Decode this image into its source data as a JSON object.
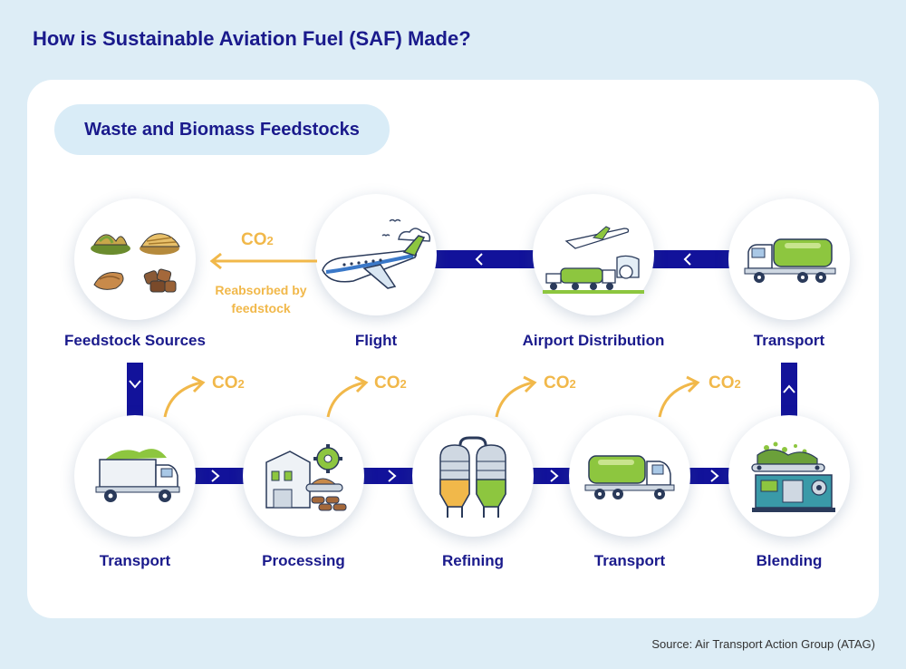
{
  "title": "How is Sustainable Aviation Fuel (SAF) Made?",
  "section_label": "Waste and Biomass Feedstocks",
  "steps": {
    "feedstock": {
      "label": "Feedstock Sources",
      "icon": "feedstock-piles-icon"
    },
    "flight": {
      "label": "Flight",
      "icon": "airplane-icon"
    },
    "airport": {
      "label": "Airport Distribution",
      "icon": "airport-tanker-icon"
    },
    "transport_top": {
      "label": "Transport",
      "icon": "tanker-truck-icon"
    },
    "transport_1": {
      "label": "Transport",
      "icon": "cargo-truck-icon"
    },
    "processing": {
      "label": "Processing",
      "icon": "factory-gear-icon"
    },
    "refining": {
      "label": "Refining",
      "icon": "silo-tanks-icon"
    },
    "transport_2": {
      "label": "Transport",
      "icon": "tanker-truck-icon"
    },
    "blending": {
      "label": "Blending",
      "icon": "blending-machine-icon"
    }
  },
  "emissions": {
    "co2_label": "CO",
    "co2_subscript": "2",
    "reabsorbed_note": "Reabsorbed by feedstock"
  },
  "source": "Source: Air Transport Action Group (ATAG)",
  "colors": {
    "navy": "#1a1a8c",
    "connector": "#12129a",
    "co2": "#f1b84a",
    "green": "#8dc63f",
    "background": "#ddedf6"
  }
}
